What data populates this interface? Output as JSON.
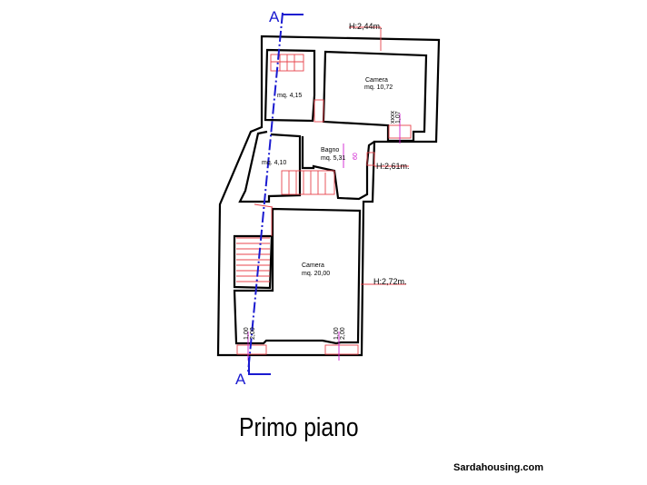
{
  "plan": {
    "section_marker_top": "A",
    "section_marker_bottom": "A",
    "rooms": [
      {
        "name": "",
        "area": "mq. 4,15"
      },
      {
        "name": "Camera",
        "area": "mq. 10,72"
      },
      {
        "name": "",
        "area": "mq. 4,10"
      },
      {
        "name": "Bagno",
        "area": "mq. 5,31"
      },
      {
        "name": "Camera",
        "area": "mq. 20,00"
      }
    ],
    "heights": [
      "H:2,44m.",
      "H:2,61m.",
      "H:2,72m."
    ],
    "openings": [
      "1,07",
      "xxxx",
      "60",
      "1,00",
      "2,00",
      "1,00",
      "2,00"
    ],
    "colors": {
      "section_line": "#1a1ad0",
      "annotation": "#e8444c",
      "door_mark": "#d020d0"
    }
  },
  "title": "Primo piano",
  "watermark": "Sardahousing.com"
}
